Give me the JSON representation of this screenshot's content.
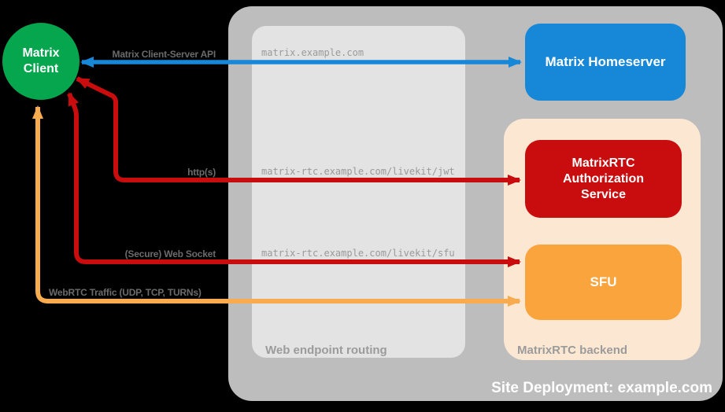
{
  "nodes": {
    "matrix_client": {
      "label": "Matrix Client"
    },
    "matrix_homeserver": {
      "label": "Matrix Homeserver"
    },
    "matrixrtc_auth_service": {
      "label": "MatrixRTC Authorization Service"
    },
    "sfu": {
      "label": "SFU"
    }
  },
  "containers": {
    "site_deployment": {
      "label": "Site Deployment: example.com"
    },
    "web_endpoint_routing": {
      "label": "Web endpoint routing"
    },
    "matrixrtc_backend": {
      "label": "MatrixRTC backend"
    }
  },
  "connections": [
    {
      "label": "Matrix Client-Server API",
      "endpoint": "matrix.example.com",
      "from": "Matrix Client",
      "to": "Matrix Homeserver"
    },
    {
      "label": "http(s)",
      "endpoint": "matrix-rtc.example.com/livekit/jwt",
      "from": "Matrix Client",
      "to": "MatrixRTC Authorization Service"
    },
    {
      "label": "(Secure) Web Socket",
      "endpoint": "matrix-rtc.example.com/livekit/sfu",
      "from": "Matrix Client",
      "to": "SFU"
    },
    {
      "label": "WebRTC Traffic (UDP, TCP, TURNs)",
      "from": "Matrix Client",
      "to": "SFU"
    }
  ],
  "colors": {
    "green": "#06a64f",
    "blue": "#1787d8",
    "red": "#c90d0e",
    "orange": "#f9a43c",
    "orange_arrow": "#f9ab4f",
    "container_gray": "#bdbdbd",
    "panel_gray": "#e3e3e3",
    "backend_peach": "#fce8d2"
  }
}
